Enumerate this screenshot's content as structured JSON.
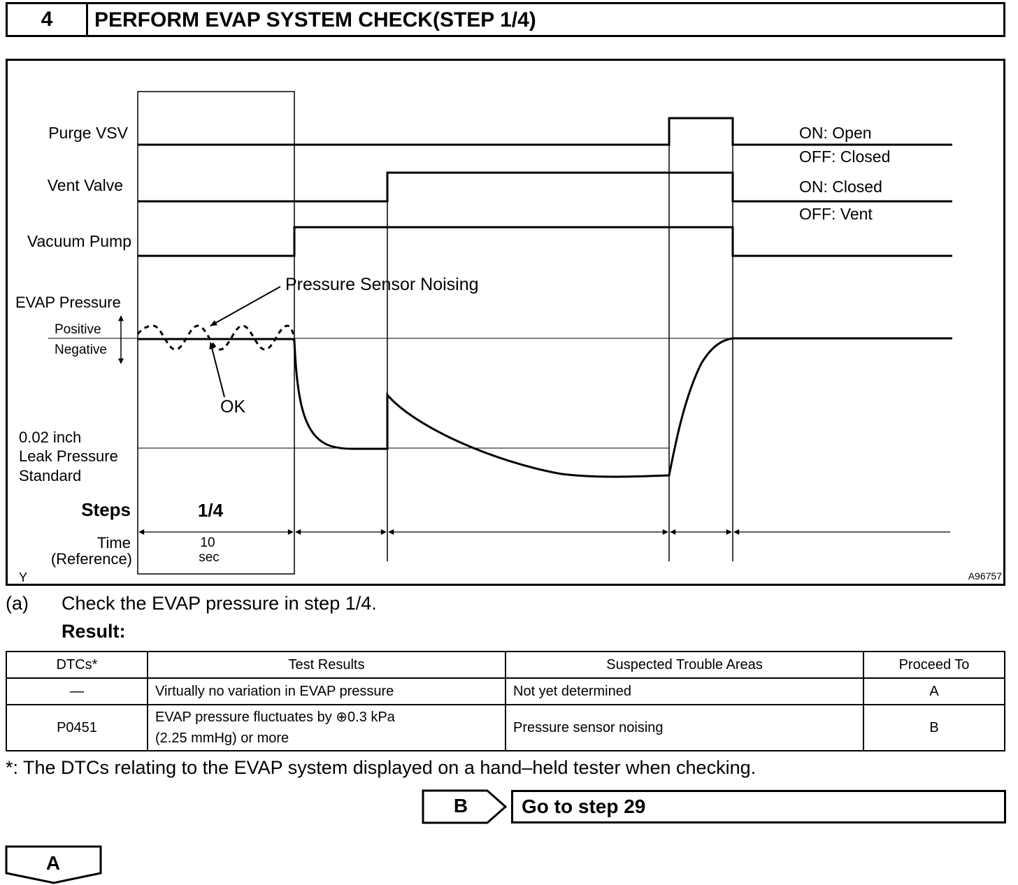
{
  "header": {
    "step_number": "4",
    "title": "PERFORM EVAP SYSTEM CHECK(STEP 1/4)"
  },
  "diagram": {
    "signals": [
      "Purge VSV",
      "Vent Valve",
      "Vacuum Pump"
    ],
    "pressure_label": "EVAP Pressure",
    "positive_label": "Positive",
    "negative_label": "Negative",
    "noise_label": "Pressure Sensor Noising",
    "ok_label": "OK",
    "leak_label_1": "0.02 inch",
    "leak_label_2": "Leak Pressure",
    "leak_label_3": "Standard",
    "steps_label": "Steps",
    "step_value": "1/4",
    "time_label": "Time",
    "reference_label": "(Reference)",
    "time_value": "10",
    "time_unit": "sec",
    "state_purge_on": "ON: Open",
    "state_purge_off": "OFF: Closed",
    "state_vent_on": "ON: Closed",
    "state_vent_off": "OFF: Vent",
    "corner_left": "Y",
    "corner_right": "A96757"
  },
  "instruction": {
    "marker": "(a)",
    "text": "Check the EVAP pressure in step 1/4.",
    "result_label": "Result:"
  },
  "table": {
    "headers": [
      "DTCs*",
      "Test Results",
      "Suspected Trouble Areas",
      "Proceed To"
    ],
    "rows": [
      {
        "dtc": "—",
        "result": "Virtually no variation in EVAP pressure",
        "result_line2": "",
        "area": "Not yet determined",
        "proceed": "A"
      },
      {
        "dtc": "P0451",
        "result": "EVAP pressure fluctuates by ⊕0.3 kPa",
        "result_line2": "(2.25 mmHg) or more",
        "area": "Pressure sensor noising",
        "proceed": "B"
      }
    ]
  },
  "footnote": "*: The DTCs relating to the EVAP system displayed on a hand–held tester when checking.",
  "nav": {
    "b_label": "B",
    "b_target": "Go to step 29",
    "a_label": "A"
  }
}
